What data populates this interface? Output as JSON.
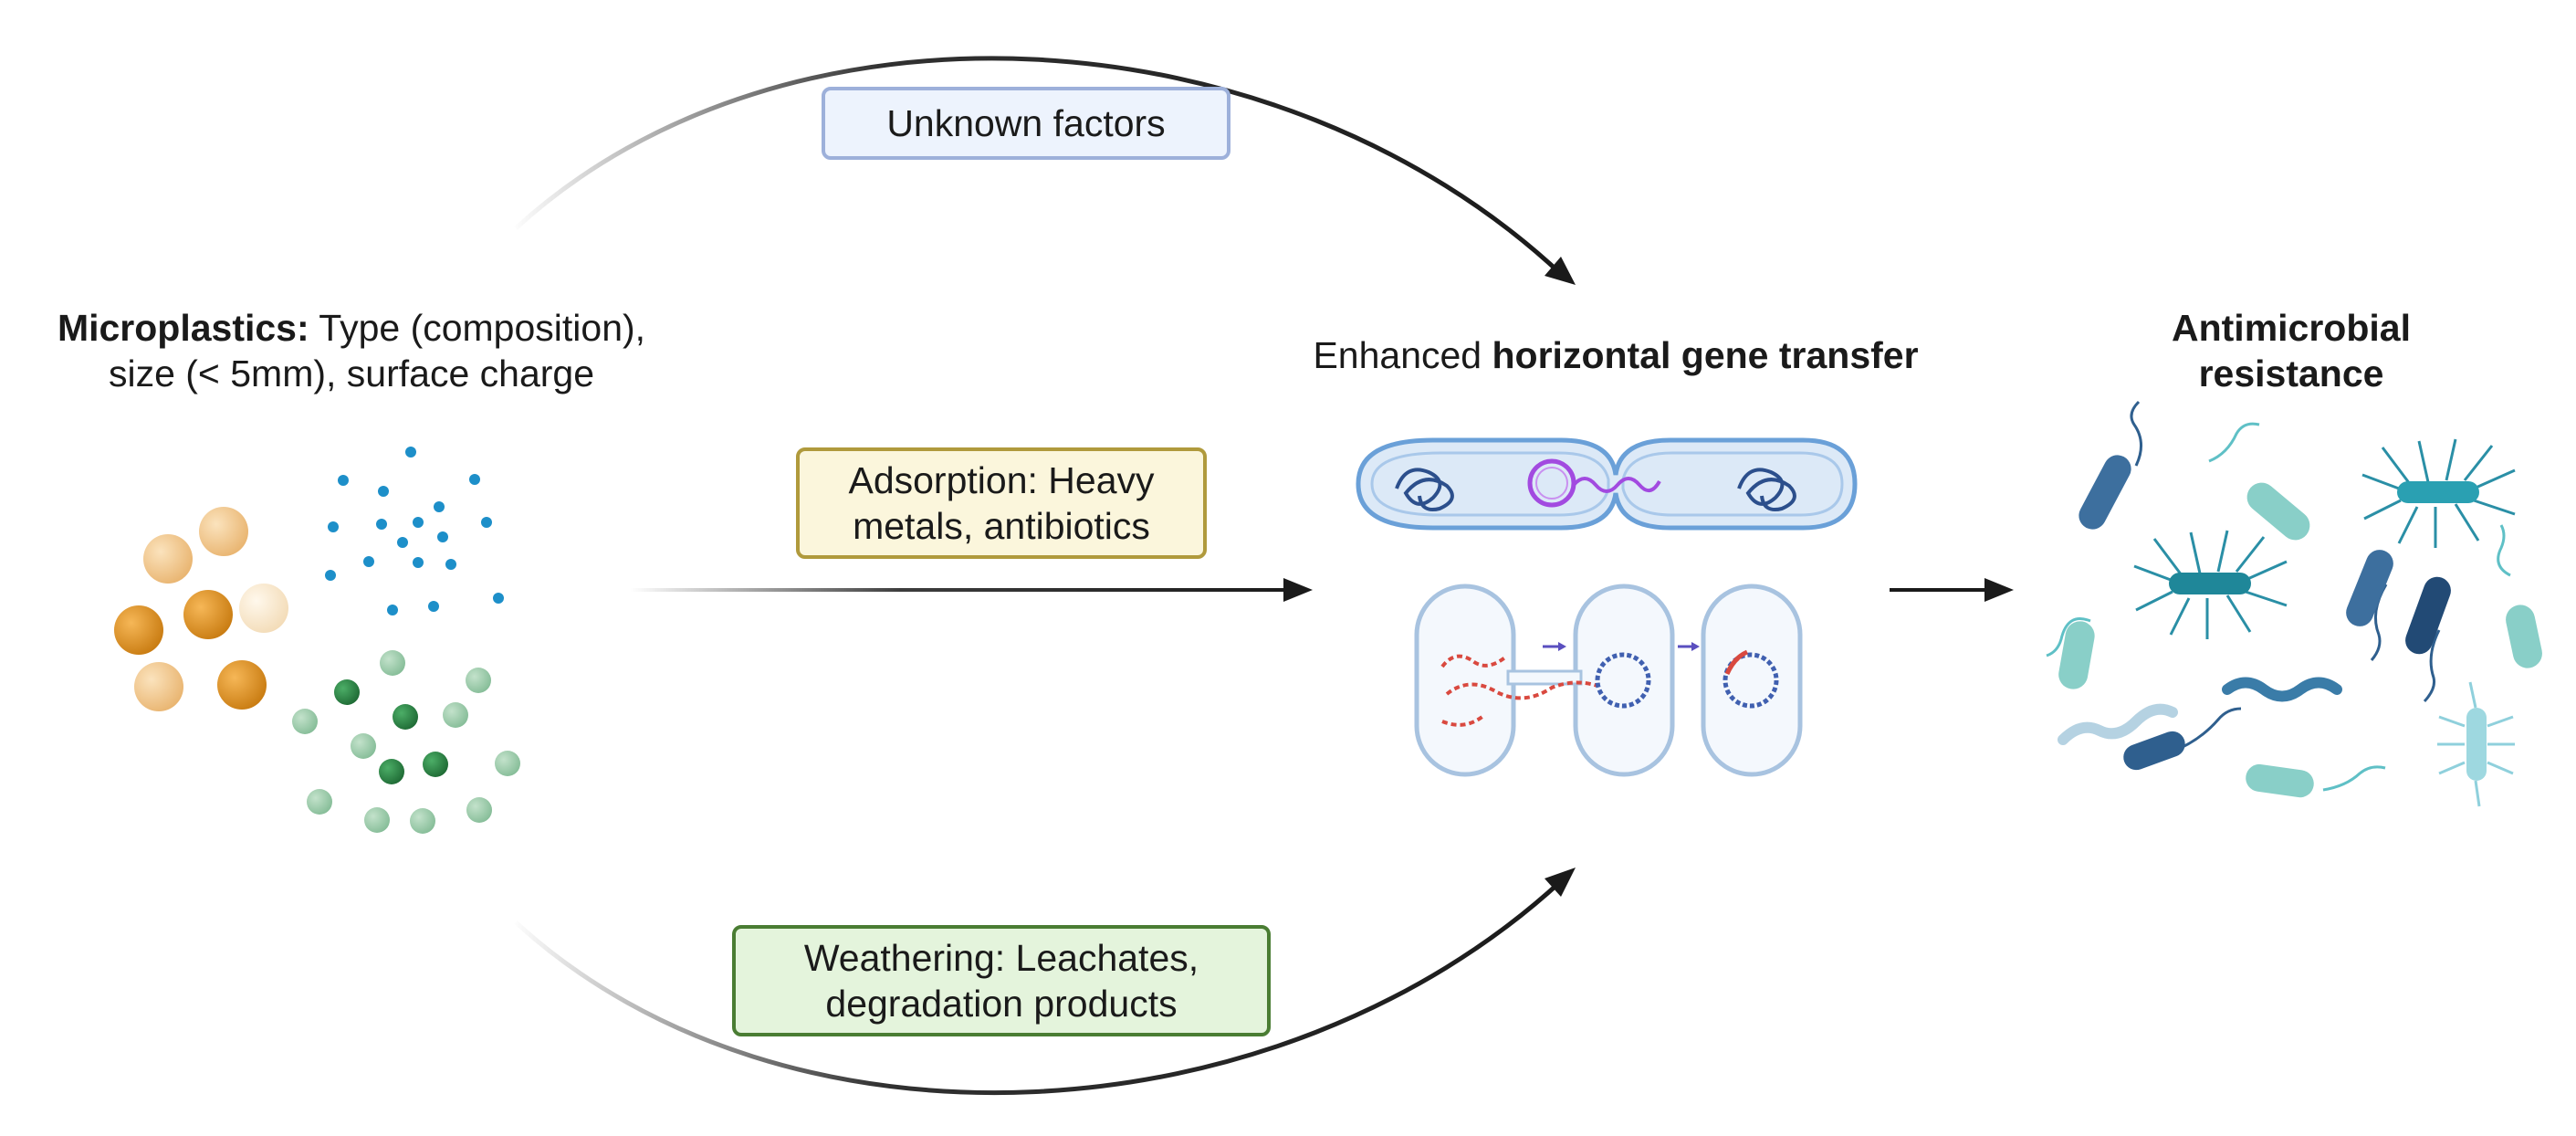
{
  "source": {
    "label_bold": "Microplastics:",
    "label_rest": " Type (composition),",
    "label_line2": "size (< 5mm), surface charge"
  },
  "factors": {
    "unknown": "Unknown factors",
    "adsorption_line1": "Adsorption: Heavy",
    "adsorption_line2": "metals, antibiotics",
    "weathering_line1": "Weathering: Leachates,",
    "weathering_line2": "degradation products"
  },
  "process": {
    "label_prefix": "Enhanced ",
    "label_bold": "horizontal gene transfer"
  },
  "outcome": {
    "label_line1": "Antimicrobial",
    "label_line2": "resistance"
  },
  "colors": {
    "unknown_fill": "#edf3fd",
    "unknown_border": "#9db0da",
    "adsorption_fill": "#fbf6dc",
    "adsorption_border": "#b09a3c",
    "weathering_fill": "#e4f4dc",
    "weathering_border": "#4a7d33",
    "bead_orange": "#e0952a",
    "bead_tan": "#f2c98a",
    "dot_blue": "#1d8fc9",
    "bead_green": "#2e8b4a",
    "bead_green_light": "#8ec49e",
    "cell_blue": "#6aa0d8",
    "plasmid_purple": "#a24ae0",
    "dna_red": "#d9493f",
    "bacteria_teal": "#3aa7b4",
    "bacteria_navy": "#2f5f8e"
  }
}
